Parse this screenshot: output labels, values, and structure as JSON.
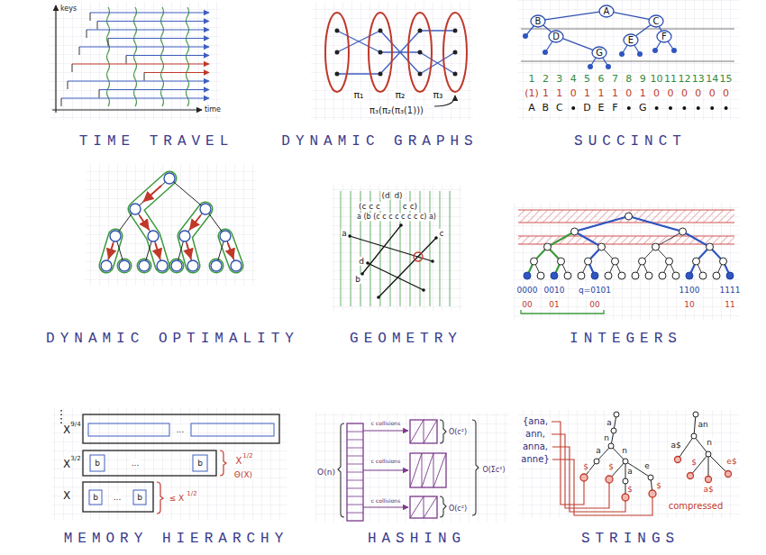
{
  "diagram": {
    "nodes": [
      {
        "text": [
          "A"
        ]
      },
      {
        "text": [
          "B"
        ]
      },
      {
        "text": [
          "C"
        ]
      },
      {
        "text": [
          "D"
        ]
      },
      {
        "text": [
          "E"
        ]
      },
      {
        "text": [
          "F"
        ]
      },
      {
        "text": [
          "G"
        ]
      }
    ],
    "edges": [
      {
        "from": 0,
        "to": 1,
        "arrow": "none"
      },
      {
        "from": 0,
        "to": 2,
        "arrow": "none"
      },
      {
        "from": 1,
        "to": 3,
        "arrow": "none"
      },
      {
        "from": 2,
        "to": 4,
        "arrow": "none"
      },
      {
        "from": 2,
        "to": 5,
        "arrow": "none"
      },
      {
        "from": 3,
        "to": 6,
        "arrow": "none"
      }
    ],
    "labels": [
      "TIME TRAVEL",
      "DYNAMIC GRAPHS",
      "SUCCINCT",
      "DYNAMIC OPTIMALITY",
      "GEOMETRY",
      "INTEGERS",
      "MEMORY HIERARCHY",
      "HASHING",
      "STRINGS",
      "keys",
      "time",
      "π₁",
      "π₂",
      "π₃",
      "π₃(π₂(π₃(1)))",
      "1",
      "2",
      "3",
      "4",
      "5",
      "6",
      "7",
      "8",
      "9",
      "10",
      "11",
      "12",
      "13",
      "14",
      "15",
      "(1)",
      "1",
      "1",
      "0",
      "1",
      "1",
      "1",
      "0",
      "1",
      "0",
      "0",
      "0",
      "0",
      "0",
      "0",
      "A",
      "B",
      "C",
      "D",
      "E",
      "F",
      "G",
      "(d",
      "d)",
      "(c c c",
      "c c)",
      "a (b (c c c c c c c c) a)",
      "a",
      "b",
      "c",
      "d",
      "0000",
      "0010",
      "q=0101",
      "1100",
      "1111",
      "00",
      "01",
      "00",
      "10",
      "11",
      "X",
      "9/4",
      "X",
      "3/2",
      "X",
      "b",
      "...",
      "b",
      "b",
      "...",
      "b",
      "...",
      "X",
      "1/2",
      "Θ(X)",
      "≤ X",
      "1/2",
      "O(n)",
      "c collisions",
      "c collisions",
      "c collisions",
      "O(c²)",
      "O(Σc²)",
      "O(c²)",
      "{ana,",
      "ann,",
      "anna,",
      "anne}",
      "a",
      "n",
      "a",
      "n",
      "$",
      "$",
      "a",
      "e",
      "$",
      "$",
      "an",
      "a$",
      "n",
      "$",
      "a$",
      "e$",
      "compressed"
    ]
  }
}
